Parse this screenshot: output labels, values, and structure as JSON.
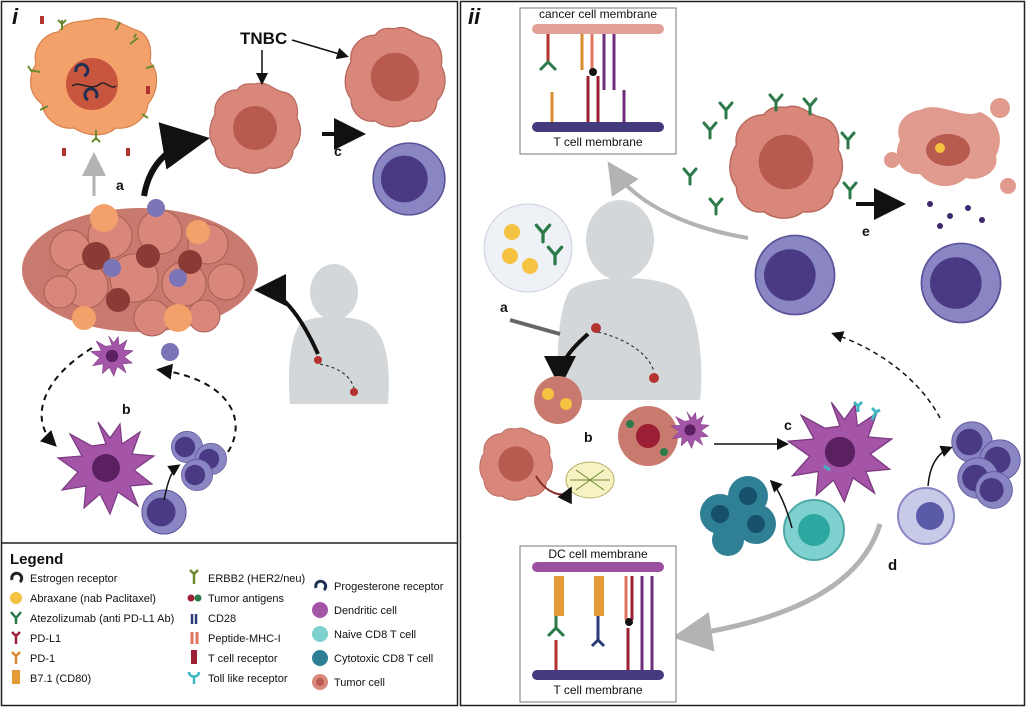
{
  "panels": {
    "left": {
      "numeral": "i"
    },
    "right": {
      "numeral": "ii"
    }
  },
  "left_panel": {
    "tnbc_label": "TNBC",
    "steps": {
      "a": "a",
      "b": "b",
      "c": "c"
    }
  },
  "right_panel": {
    "steps": {
      "a": "a",
      "b": "b",
      "c": "c",
      "d": "d",
      "e": "e"
    },
    "inset_top": {
      "top": "cancer cell membrane",
      "bottom": "T cell membrane"
    },
    "inset_bottom": {
      "top": "DC cell membrane",
      "bottom": "T cell membrane"
    }
  },
  "legend": {
    "title": "Legend",
    "col1": [
      {
        "text": "Estrogen receptor",
        "icon": "estrogen-receptor-icon"
      },
      {
        "text": "Abraxane (nab Paclitaxel)",
        "icon": "abraxane-icon"
      },
      {
        "text": "Atezolizumab (anti PD-L1 Ab)",
        "icon": "antibody-icon"
      },
      {
        "text": "PD-L1",
        "icon": "pdl1-icon"
      },
      {
        "text": "PD-1",
        "icon": "pd1-icon"
      },
      {
        "text": "B7.1 (CD80)",
        "icon": "b71-icon"
      }
    ],
    "col2": [
      {
        "text": "ERBB2 (HER2/neu)",
        "icon": "erbb2-icon"
      },
      {
        "text": "Tumor antigens",
        "icon": "tumor-antigen-icon"
      },
      {
        "text": "CD28",
        "icon": "cd28-icon"
      },
      {
        "text": "Peptide-MHC-I",
        "icon": "mhc-icon"
      },
      {
        "text": "T cell receptor",
        "icon": "tcr-icon"
      },
      {
        "text": "Toll like receptor",
        "icon": "tlr-icon"
      }
    ],
    "col3": [
      {
        "text": "Progesterone receptor",
        "icon": "progesterone-receptor-icon"
      },
      {
        "text": "Dendritic cell",
        "icon": "dendritic-cell-icon"
      },
      {
        "text": "Naive CD8 T cell",
        "icon": "naive-t-cell-icon"
      },
      {
        "text": "Cytotoxic CD8 T cell",
        "icon": "cytotoxic-t-cell-icon"
      },
      {
        "text": "Tumor cell",
        "icon": "tumor-cell-icon"
      }
    ]
  },
  "colors": {
    "tumor": "#d9877a",
    "tumor_dark": "#c0675c",
    "nucleus": "#b85a4d",
    "her2_cell": "#f2a16a",
    "dendritic": "#a455a8",
    "tcell": "#7b75b8",
    "tcell_nucleus": "#4a3a84",
    "naive": "#7fd1cf",
    "cytotoxic": "#2f7f95",
    "antibody": "#2c7a4a",
    "arrow_grey": "#b3b3b3"
  }
}
